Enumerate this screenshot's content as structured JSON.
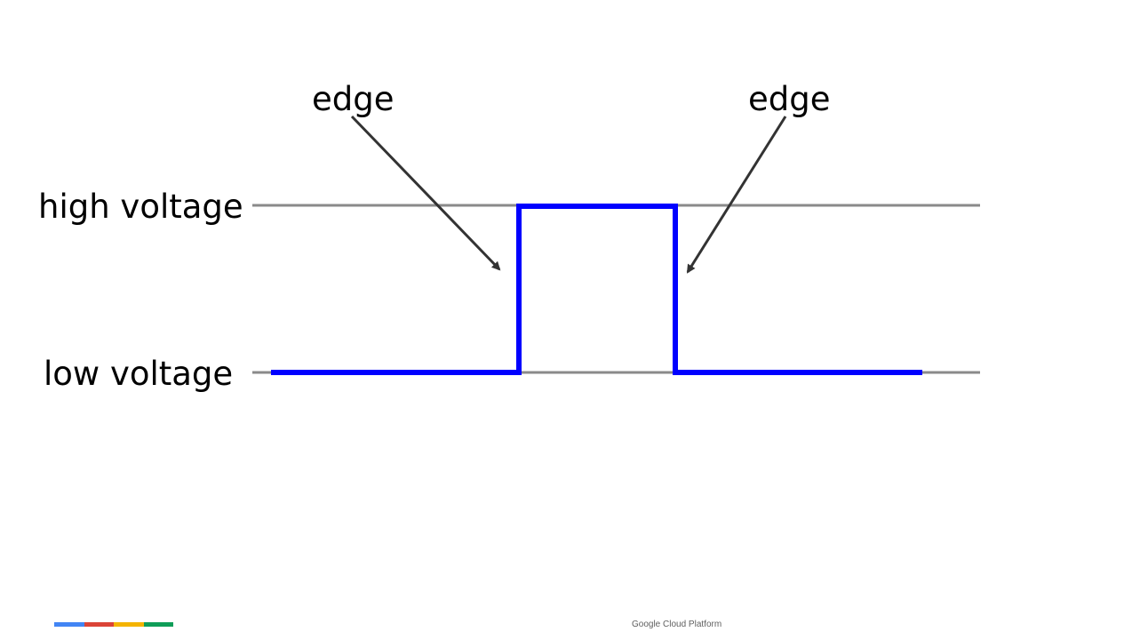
{
  "labels": {
    "high": "high voltage",
    "low": "low voltage",
    "edge_left": "edge",
    "edge_right": "edge"
  },
  "footer": {
    "text": "Google Cloud Platform",
    "bar_colors": [
      "#4285f4",
      "#db4437",
      "#f4b400",
      "#0f9d58"
    ]
  },
  "colors": {
    "signal": "#0000ff",
    "reference_line": "#8a8a8a",
    "arrow": "#333333"
  }
}
